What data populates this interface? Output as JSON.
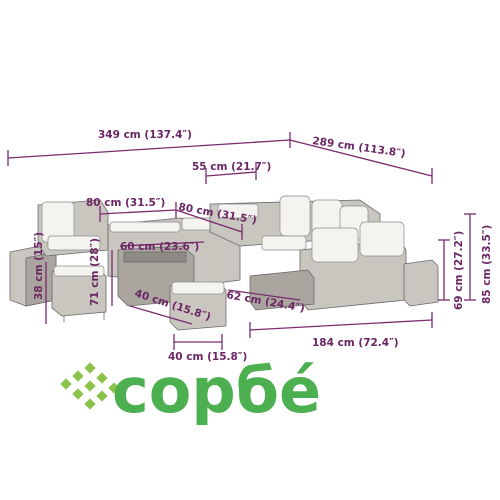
{
  "dimensions": {
    "total_width_left": "349 cm (137.4″)",
    "total_width_right": "289 cm (113.8″)",
    "armrest_width": "55 cm (21.7″)",
    "seat_width_a": "80 cm (31.5″)",
    "seat_width_b": "80 cm (31.5″)",
    "table_width": "60 cm (23.6″)",
    "table_height": "71 cm (28″)",
    "side_table_width": "38 cm (15″)",
    "table_depth": "40 cm (15.8″)",
    "ottoman_depth": "62 cm (24.4″)",
    "ottoman_width": "40 cm (15.8″)",
    "sofa_depth": "184 cm (72.4″)",
    "back_height": "85 cm (33.5″)",
    "seat_height": "69 cm (27.2″)"
  },
  "logo": {
    "text": "copбé",
    "color": "#4caf50"
  }
}
